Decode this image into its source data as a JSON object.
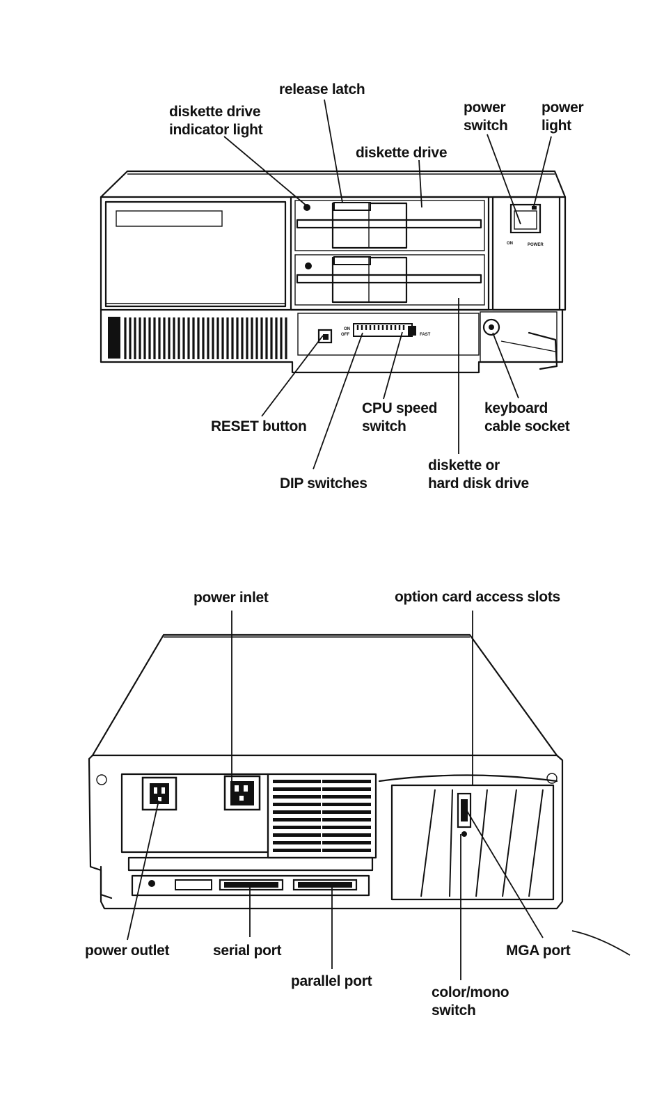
{
  "front_view": {
    "callouts": {
      "release_latch": "release latch",
      "indicator_light_1": "diskette drive",
      "indicator_light_2": "indicator light",
      "power_switch_1": "power",
      "power_switch_2": "switch",
      "power_light_1": "power",
      "power_light_2": "light",
      "diskette_drive": "diskette drive",
      "reset_button": "RESET button",
      "cpu_speed_1": "CPU speed",
      "cpu_speed_2": "switch",
      "keyboard_socket_1": "keyboard",
      "keyboard_socket_2": "cable socket",
      "dip_switches": "DIP switches",
      "hard_disk_1": "diskette or",
      "hard_disk_2": "hard disk drive"
    },
    "panel_marks": {
      "power_panel": "POWER",
      "on_mark": "ON",
      "off_mark": "OFF",
      "fast_mark": "FAST"
    }
  },
  "rear_view": {
    "callouts": {
      "power_inlet": "power inlet",
      "option_slots": "option card access slots",
      "power_outlet": "power outlet",
      "serial_port": "serial port",
      "parallel_port": "parallel port",
      "mga_port": "MGA port",
      "color_mono_1": "color/mono",
      "color_mono_2": "switch"
    }
  }
}
